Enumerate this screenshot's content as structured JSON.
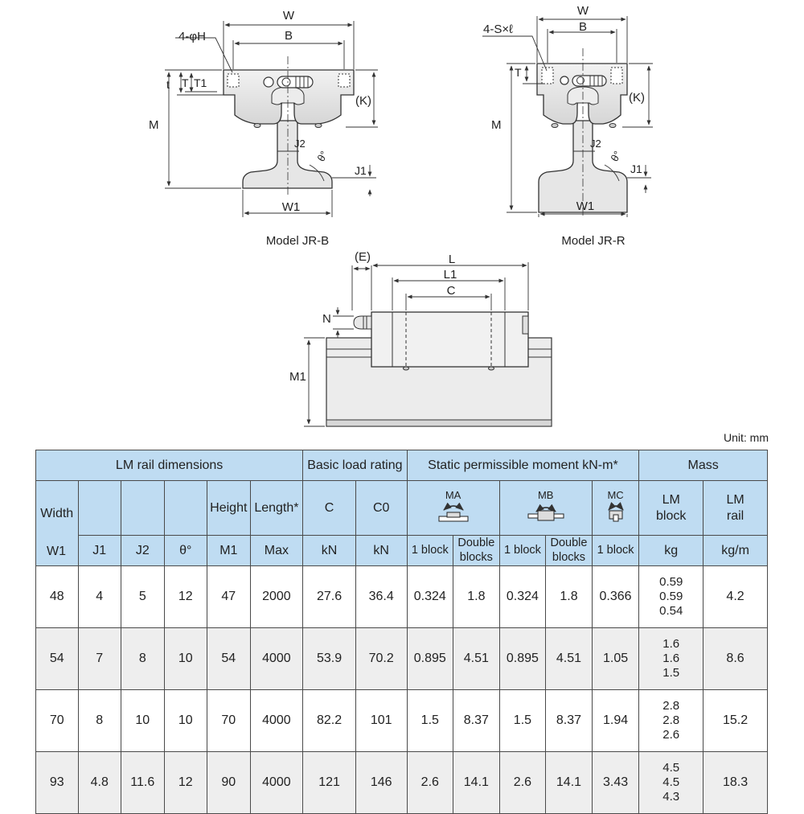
{
  "figures": {
    "jr_b": {
      "caption": "Model JR-B",
      "labels": {
        "W": "W",
        "B": "B",
        "H": "4-φH",
        "t": "t",
        "T": "T",
        "T1": "T1",
        "M": "M",
        "K": "(K)",
        "J2": "J2",
        "theta": "θ°",
        "J1": "J1",
        "W1": "W1"
      }
    },
    "jr_r": {
      "caption": "Model JR-R",
      "labels": {
        "W": "W",
        "B": "B",
        "S": "4-S×ℓ",
        "T": "T",
        "M": "M",
        "K": "(K)",
        "J2": "J2",
        "theta": "θ°",
        "J1": "J1",
        "W1": "W1"
      }
    },
    "side": {
      "labels": {
        "E": "(E)",
        "L": "L",
        "L1": "L1",
        "C": "C",
        "N": "N",
        "M1": "M1"
      }
    }
  },
  "unit": "Unit: mm",
  "table": {
    "group_headers": {
      "rail": "LM rail dimensions",
      "load": "Basic load rating",
      "moment": "Static permissible moment kN-m*",
      "mass": "Mass"
    },
    "col_headers": {
      "width": "Width",
      "height": "Height",
      "length": "Length*",
      "c": "C",
      "c0": "C0",
      "ma": "MA",
      "mb": "MB",
      "mc": "MC",
      "lm_block": "LM block",
      "lm_rail": "LM rail"
    },
    "unit_row": {
      "w1": "W1",
      "j1": "J1",
      "j2": "J2",
      "theta": "θ°",
      "m1": "M1",
      "max": "Max",
      "kn_c": "kN",
      "kn_c0": "kN",
      "ma_1": "1 block",
      "ma_2": "Double blocks",
      "mb_1": "1 block",
      "mb_2": "Double blocks",
      "mc_1": "1 block",
      "kg": "kg",
      "kgm": "kg/m"
    },
    "rows": [
      {
        "w1": "48",
        "j1": "4",
        "j2": "5",
        "theta": "12",
        "m1": "47",
        "max": "2000",
        "c": "27.6",
        "c0": "36.4",
        "ma1": "0.324",
        "ma2": "1.8",
        "mb1": "0.324",
        "mb2": "1.8",
        "mc1": "0.366",
        "block_mass": [
          "0.59",
          "0.59",
          "0.54"
        ],
        "rail_mass": "4.2"
      },
      {
        "w1": "54",
        "j1": "7",
        "j2": "8",
        "theta": "10",
        "m1": "54",
        "max": "4000",
        "c": "53.9",
        "c0": "70.2",
        "ma1": "0.895",
        "ma2": "4.51",
        "mb1": "0.895",
        "mb2": "4.51",
        "mc1": "1.05",
        "block_mass": [
          "1.6",
          "1.6",
          "1.5"
        ],
        "rail_mass": "8.6"
      },
      {
        "w1": "70",
        "j1": "8",
        "j2": "10",
        "theta": "10",
        "m1": "70",
        "max": "4000",
        "c": "82.2",
        "c0": "101",
        "ma1": "1.5",
        "ma2": "8.37",
        "mb1": "1.5",
        "mb2": "8.37",
        "mc1": "1.94",
        "block_mass": [
          "2.8",
          "2.8",
          "2.6"
        ],
        "rail_mass": "15.2"
      },
      {
        "w1": "93",
        "j1": "4.8",
        "j2": "11.6",
        "theta": "12",
        "m1": "90",
        "max": "4000",
        "c": "121",
        "c0": "146",
        "ma1": "2.6",
        "ma2": "14.1",
        "mb1": "2.6",
        "mb2": "14.1",
        "mc1": "3.43",
        "block_mass": [
          "4.5",
          "4.5",
          "4.3"
        ],
        "rail_mass": "18.3"
      }
    ]
  }
}
